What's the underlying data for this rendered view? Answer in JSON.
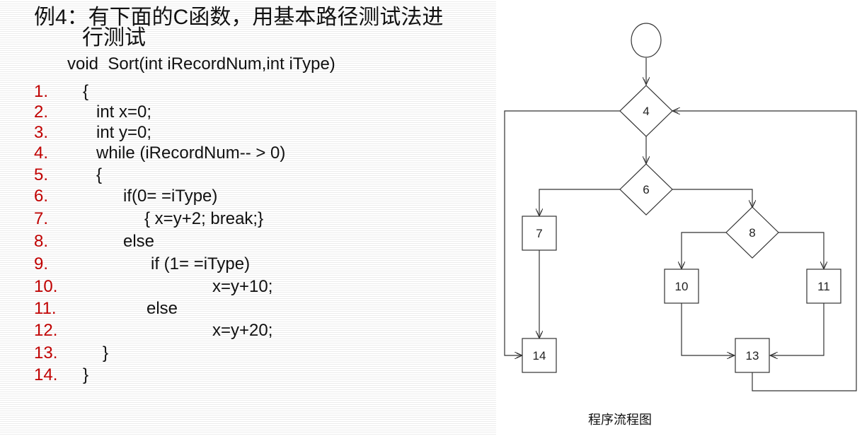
{
  "title": {
    "line1": "例4：有下面的C函数，用基本路径测试法进",
    "line2": "行测试"
  },
  "signature": "void  Sort(int iRecordNum,int iType)",
  "code_lines": [
    {
      "num": "1.",
      "code": "{"
    },
    {
      "num": "2.",
      "code": "int x=0;"
    },
    {
      "num": "3.",
      "code": "int y=0;"
    },
    {
      "num": "4.",
      "code": "while (iRecordNum-- > 0)"
    },
    {
      "num": "5.",
      "code": "{"
    },
    {
      "num": "6.",
      "code": "if(0= =iType)"
    },
    {
      "num": "7.",
      "code": "{ x=y+2; break;}"
    },
    {
      "num": "8.",
      "code": "else"
    },
    {
      "num": "9.",
      "code": "if (1= =iType)"
    },
    {
      "num": "10.",
      "code": "x=y+10;"
    },
    {
      "num": "11.",
      "code": "else"
    },
    {
      "num": "12.",
      "code": "x=y+20;"
    },
    {
      "num": "13.",
      "code": "}"
    },
    {
      "num": "14.",
      "code": "}"
    }
  ],
  "flowchart": {
    "nodes": [
      {
        "id": "start",
        "shape": "circle",
        "label": ""
      },
      {
        "id": "n4",
        "shape": "diamond",
        "label": "4"
      },
      {
        "id": "n6",
        "shape": "diamond",
        "label": "6"
      },
      {
        "id": "n7",
        "shape": "box",
        "label": "7"
      },
      {
        "id": "n8",
        "shape": "diamond",
        "label": "8"
      },
      {
        "id": "n10",
        "shape": "box",
        "label": "10"
      },
      {
        "id": "n11",
        "shape": "box",
        "label": "11"
      },
      {
        "id": "n13",
        "shape": "box",
        "label": "13"
      },
      {
        "id": "n14",
        "shape": "box",
        "label": "14"
      }
    ],
    "edges": [
      {
        "from": "start",
        "to": "n4"
      },
      {
        "from": "n4",
        "to": "n6"
      },
      {
        "from": "n4",
        "to": "n14"
      },
      {
        "from": "n6",
        "to": "n7"
      },
      {
        "from": "n6",
        "to": "n8"
      },
      {
        "from": "n7",
        "to": "n14"
      },
      {
        "from": "n8",
        "to": "n10"
      },
      {
        "from": "n8",
        "to": "n11"
      },
      {
        "from": "n10",
        "to": "n13"
      },
      {
        "from": "n11",
        "to": "n13"
      },
      {
        "from": "n13",
        "to": "n4"
      }
    ],
    "caption": "程序流程图"
  }
}
